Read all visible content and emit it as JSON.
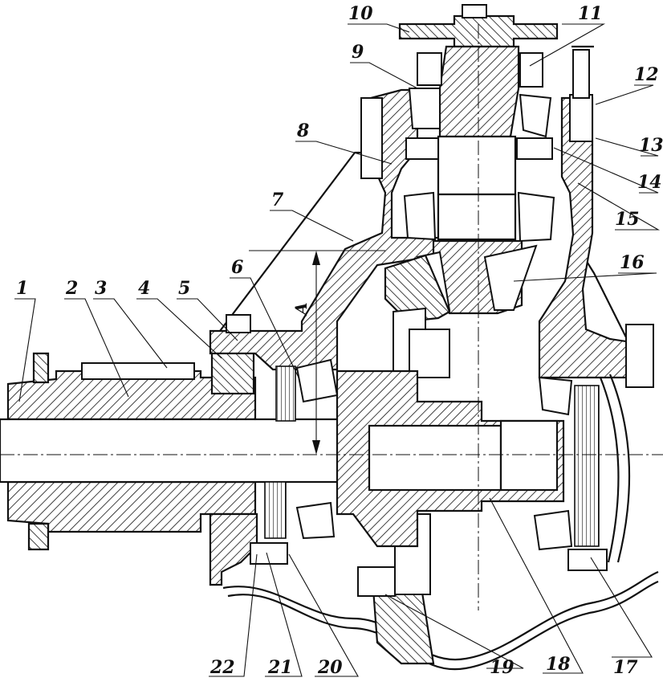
{
  "figure": {
    "dimension_label": "A",
    "callouts": [
      {
        "id": "c1",
        "text": "1"
      },
      {
        "id": "c2",
        "text": "2"
      },
      {
        "id": "c3",
        "text": "3"
      },
      {
        "id": "c4",
        "text": "4"
      },
      {
        "id": "c5",
        "text": "5"
      },
      {
        "id": "c6",
        "text": "6"
      },
      {
        "id": "c7",
        "text": "7"
      },
      {
        "id": "c8",
        "text": "8"
      },
      {
        "id": "c9",
        "text": "9"
      },
      {
        "id": "c10",
        "text": "10"
      },
      {
        "id": "c11",
        "text": "11"
      },
      {
        "id": "c12",
        "text": "12"
      },
      {
        "id": "c13",
        "text": "13"
      },
      {
        "id": "c14",
        "text": "14"
      },
      {
        "id": "c15",
        "text": "15"
      },
      {
        "id": "c16",
        "text": "16"
      },
      {
        "id": "c17",
        "text": "17"
      },
      {
        "id": "c18",
        "text": "18"
      },
      {
        "id": "c19",
        "text": "19"
      },
      {
        "id": "c20",
        "text": "20"
      },
      {
        "id": "c21",
        "text": "21"
      },
      {
        "id": "c22",
        "text": "22"
      }
    ]
  },
  "colors": {
    "ink": "#111111",
    "paper": "#ffffff"
  }
}
